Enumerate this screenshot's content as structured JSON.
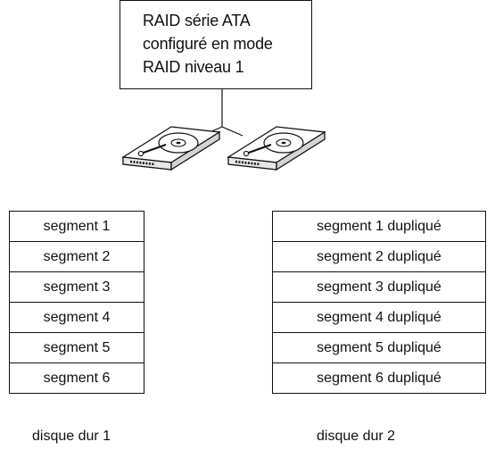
{
  "controller": {
    "lines": [
      "RAID série ATA",
      "configuré en mode",
      "RAID niveau 1"
    ]
  },
  "drive_icons": [
    "hard-drive-icon",
    "hard-drive-icon"
  ],
  "disk1": {
    "segments": [
      "segment 1",
      "segment 2",
      "segment 3",
      "segment 4",
      "segment 5",
      "segment 6"
    ],
    "label": "disque dur 1"
  },
  "disk2": {
    "segments": [
      "segment 1 dupliqué",
      "segment 2 dupliqué",
      "segment 3 dupliqué",
      "segment 4 dupliqué",
      "segment 5 dupliqué",
      "segment 6 dupliqué"
    ],
    "label": "disque dur 2"
  },
  "colors": {
    "line": "#111111",
    "background": "#ffffff"
  }
}
